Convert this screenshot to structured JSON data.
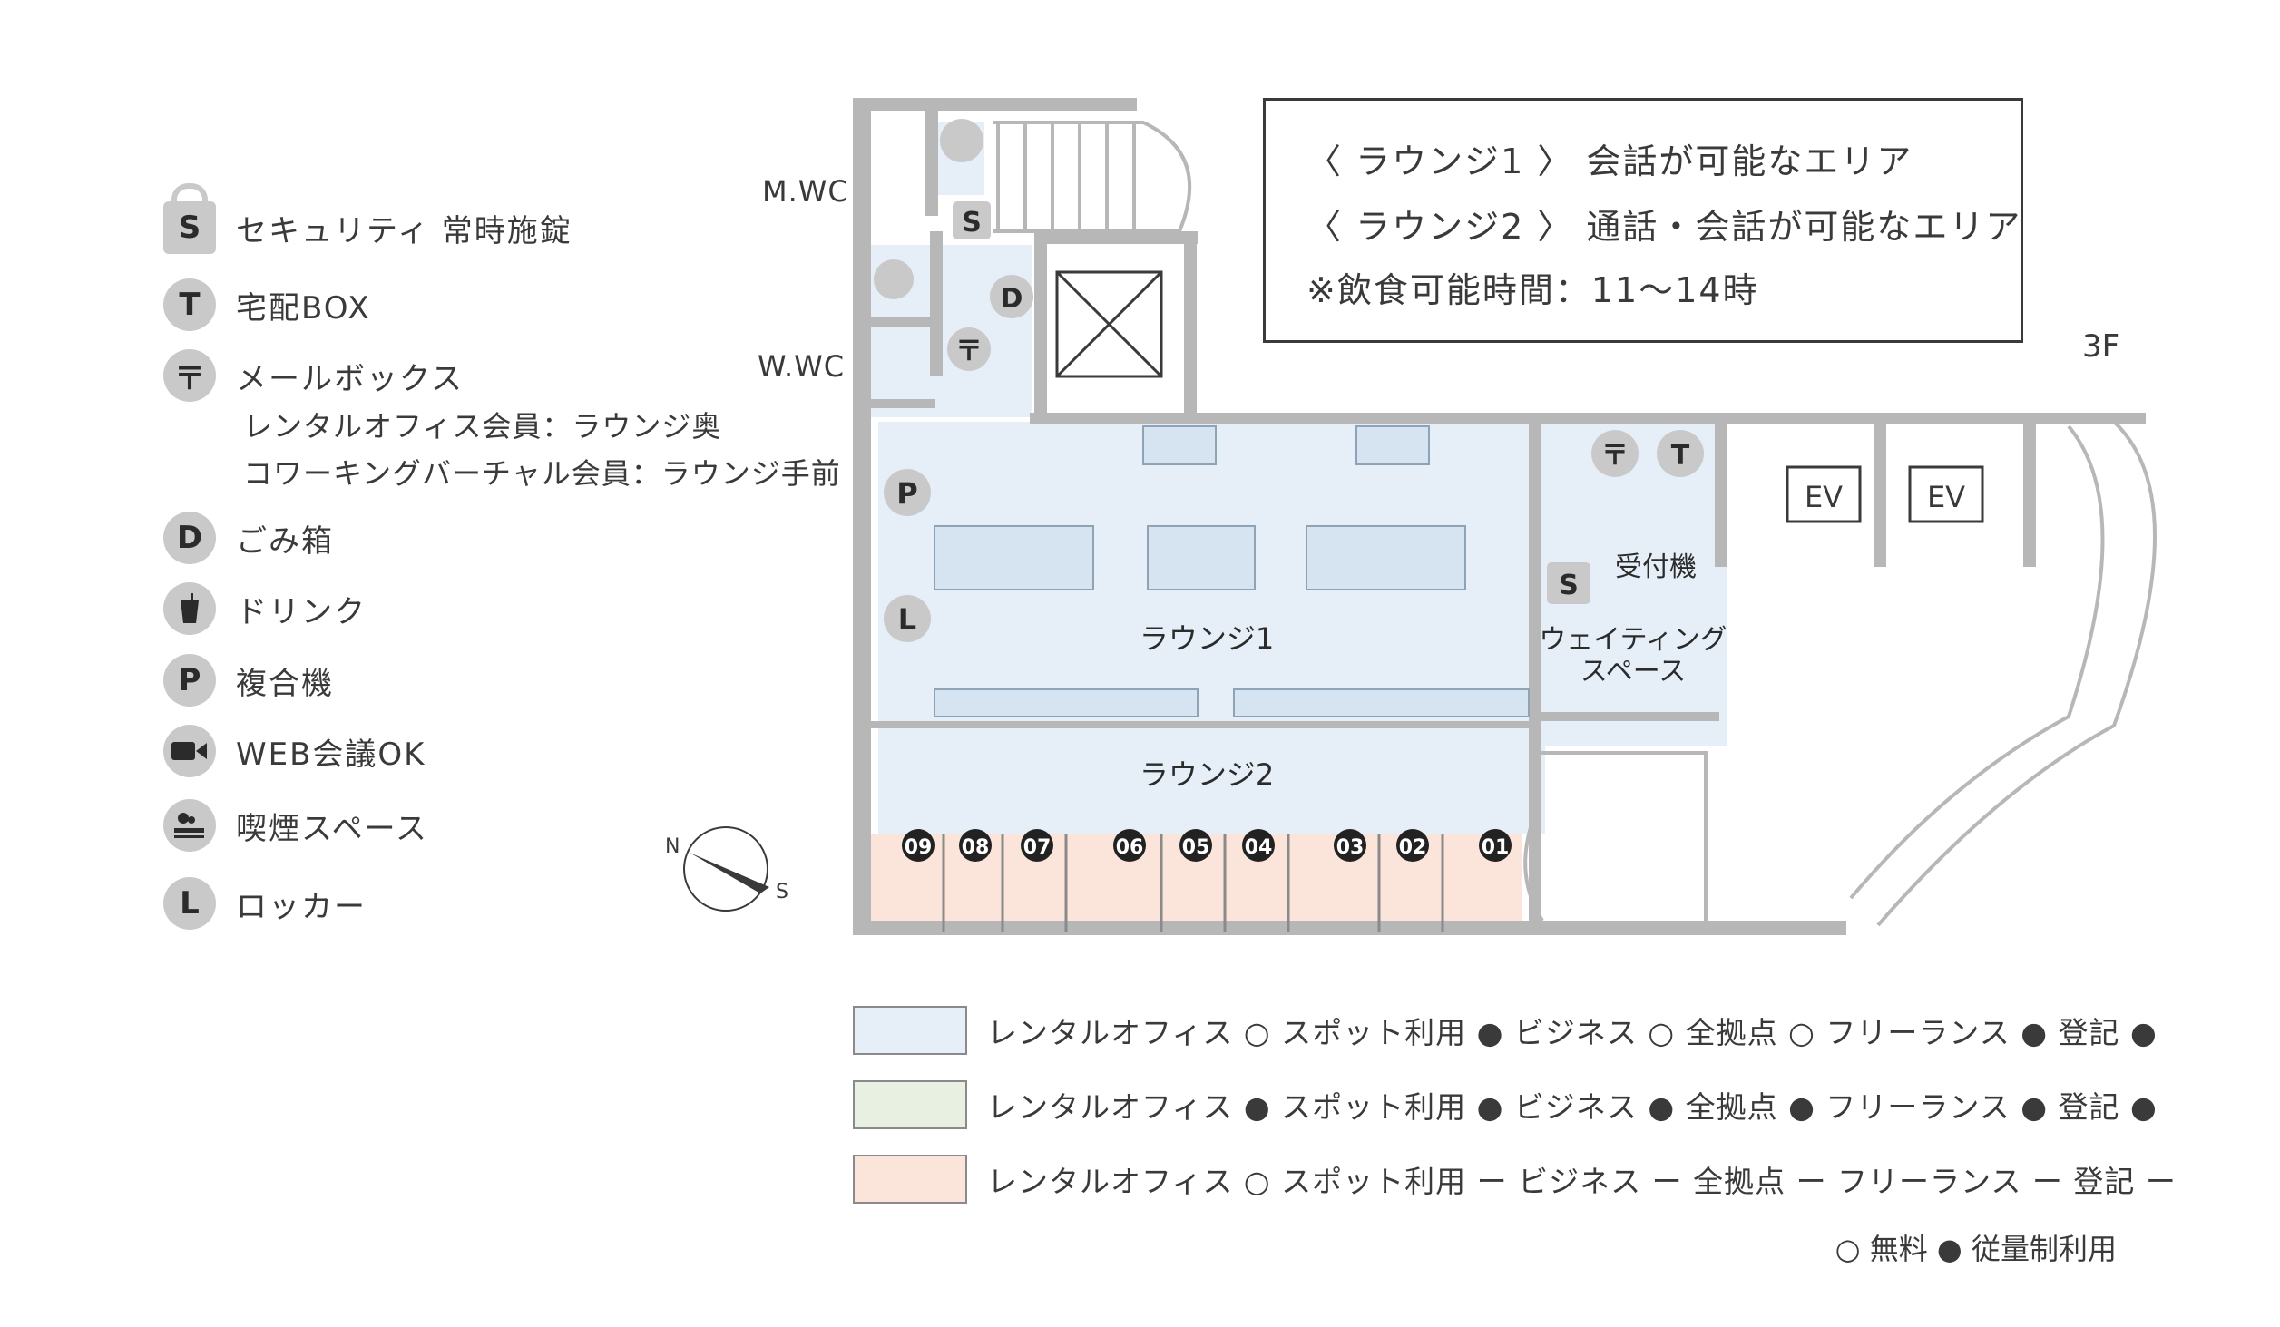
{
  "legend": {
    "security": "セキュリティ 常時施錠",
    "delivery_box": "宅配BOX",
    "mailbox": "メールボックス",
    "mailbox_note1": "レンタルオフィス会員：ラウンジ奥",
    "mailbox_note2": "コワーキングバーチャル会員：ラウンジ手前",
    "dust": "ごみ箱",
    "drink": "ドリンク",
    "printer": "複合機",
    "web_meeting": "WEB会議OK",
    "smoking": "喫煙スペース",
    "locker": "ロッカー",
    "icon_letters": {
      "s": "S",
      "t": "T",
      "mail": "〒",
      "d": "D",
      "p": "P",
      "l": "L"
    }
  },
  "info": {
    "lounge1": "〈 ラウンジ1 〉 会話が可能なエリア",
    "lounge2": "〈 ラウンジ2 〉 通話・会話が可能なエリア",
    "meal": "※飲食可能時間：11〜14時"
  },
  "floor": "3F",
  "map": {
    "mwc": "M.WC",
    "wwc": "W.WC",
    "lounge1": "ラウンジ1",
    "lounge2": "ラウンジ2",
    "reception": "受付機",
    "waiting1": "ウェイティング",
    "waiting2": "スペース",
    "ev": "EV",
    "booths": [
      "09",
      "08",
      "07",
      "06",
      "05",
      "04",
      "03",
      "02",
      "01"
    ],
    "compass_n": "N",
    "compass_s": "S"
  },
  "key": [
    {
      "color": "#e6eff8",
      "text": "レンタルオフィス ○  スポット利用 ●  ビジネス ○  全拠点 ○  フリーランス ●  登記 ●"
    },
    {
      "color": "#e8f0e2",
      "text": "レンタルオフィス ●  スポット利用 ●  ビジネス ●  全拠点 ●  フリーランス ●  登記 ●"
    },
    {
      "color": "#fbe4d9",
      "text": "レンタルオフィス ○  スポット利用 ー  ビジネス ー  全拠点 ー  フリーランス ー  登記 ー"
    }
  ],
  "footnote": "○ 無料  ● 従量制利用",
  "colors": {
    "blue_zone": "#e6eff8",
    "green_zone": "#e8f0e2",
    "peach_zone": "#fbe4d9",
    "wall": "#b7b7b7",
    "icon": "#c9c9c9"
  }
}
